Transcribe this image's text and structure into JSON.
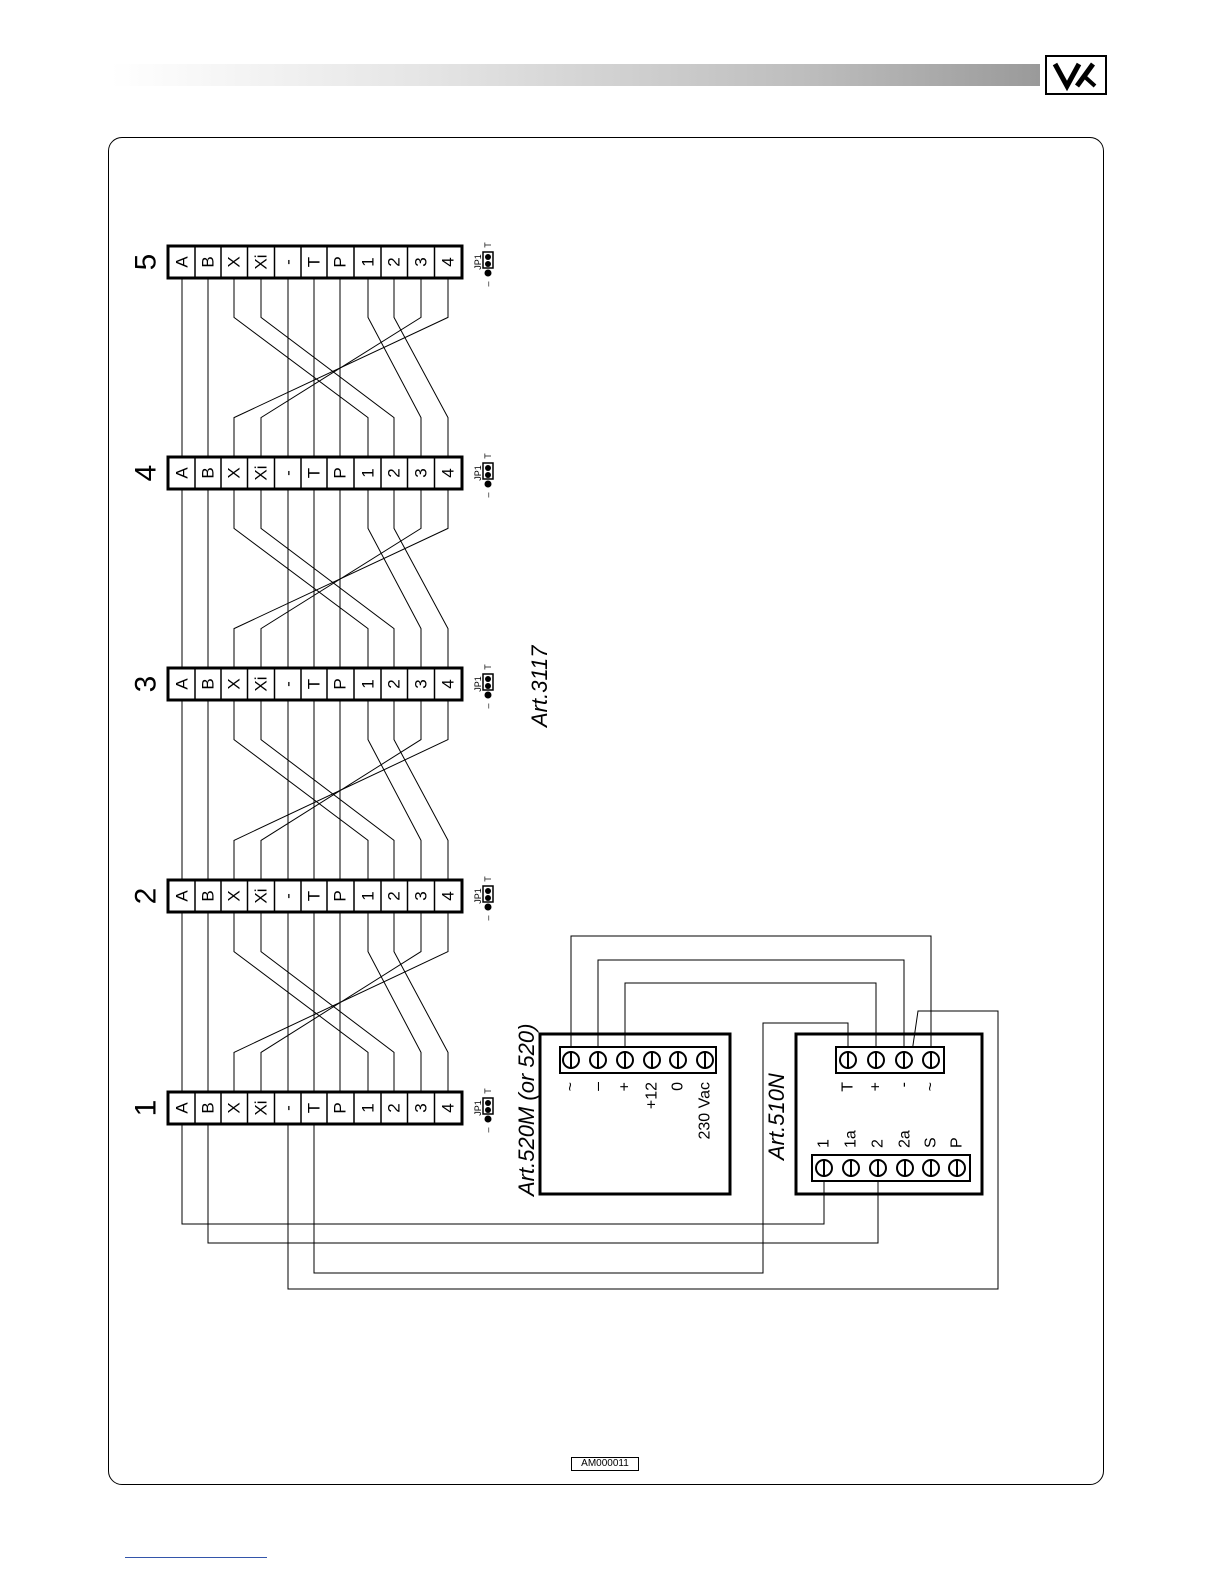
{
  "header": {
    "logo_icon": "vx-logo-icon"
  },
  "modules": [
    {
      "number": "1"
    },
    {
      "number": "2"
    },
    {
      "number": "3"
    },
    {
      "number": "4"
    },
    {
      "number": "5"
    }
  ],
  "terminals": [
    "A",
    "B",
    "X",
    "Xi",
    "-",
    "T",
    "P",
    "1",
    "2",
    "3",
    "4"
  ],
  "jumper": {
    "label": "JP1",
    "minus": "–",
    "t": "T"
  },
  "art3117": {
    "label": "Art.3117"
  },
  "art520": {
    "title": "Art.520M (or 520)",
    "terminals": [
      "~",
      "–",
      "+",
      "+12",
      "0",
      "230 Vac"
    ]
  },
  "art510": {
    "title": "Art.510N",
    "top_terminals": [
      "T",
      "+",
      "-",
      "~"
    ],
    "bottom_terminals": [
      "1",
      "1a",
      "2",
      "2a",
      "S",
      "P"
    ]
  },
  "doc_code": "AM000011"
}
